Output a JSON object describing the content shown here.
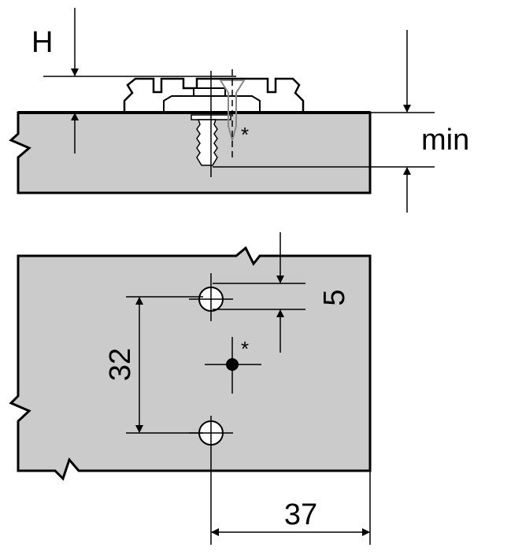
{
  "side_view": {
    "height_label": "H",
    "min_label": "min",
    "asterisk": "*"
  },
  "top_view": {
    "hole_spacing": "32",
    "offset": "5",
    "edge_distance": "37",
    "asterisk": "*"
  },
  "colors": {
    "panel": "#cbcbcb",
    "line": "#000000"
  }
}
